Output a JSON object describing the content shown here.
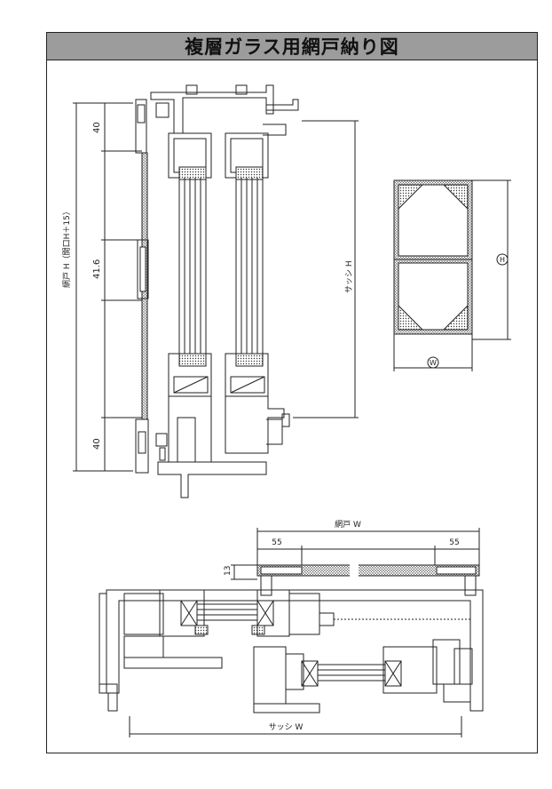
{
  "title": "複層ガラス用網戸納り図",
  "vertical_section": {
    "screen_height_label": "網戸 H（開口H＋15）",
    "dim_top": "40",
    "dim_mid": "41.6",
    "dim_bottom": "40",
    "sash_height_label": "サッシ H"
  },
  "elevation": {
    "height_symbol": "H",
    "width_symbol": "W"
  },
  "horizontal_section": {
    "screen_width_label": "網戸 W",
    "dim_left": "55",
    "dim_right": "55",
    "dim_depth": "13",
    "sash_width_label": "サッシ W"
  }
}
